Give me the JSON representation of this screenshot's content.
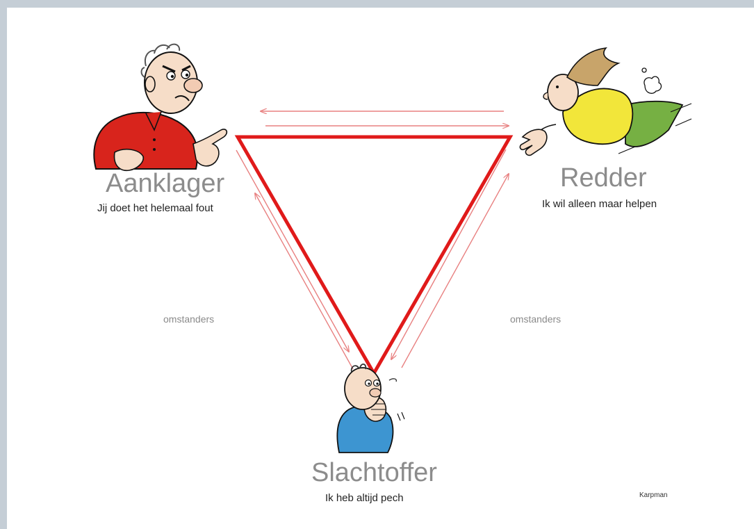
{
  "diagram": {
    "roles": {
      "aanklager": {
        "title": "Aanklager",
        "subtitle": "Jij doet het helemaal fout"
      },
      "redder": {
        "title": "Redder",
        "subtitle": "Ik wil alleen maar helpen"
      },
      "slachtoffer": {
        "title": "Slachtoffer",
        "subtitle": "Ik heb altijd pech"
      }
    },
    "side_labels": {
      "left": "omstanders",
      "right": "omstanders"
    },
    "credit": "Karpman",
    "colors": {
      "triangle": "#e01a1a",
      "arrows": "#e88080",
      "title_text": "#8c8c8c",
      "background": "#c5ced6"
    },
    "icons": [
      "accuser-character",
      "rescuer-character",
      "victim-character"
    ]
  }
}
